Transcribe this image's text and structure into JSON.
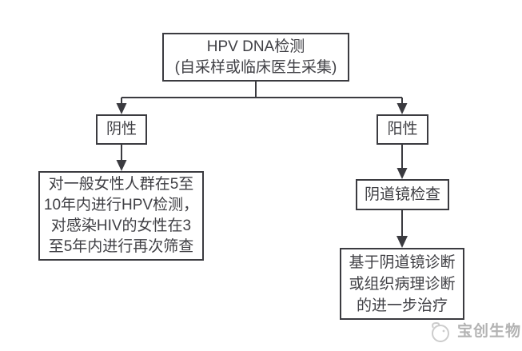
{
  "flowchart": {
    "title_box": {
      "line1": "HPV DNA检测",
      "line2": "(自采样或临床医生采集)"
    },
    "negative_label": "阴性",
    "positive_label": "阳性",
    "negative_outcome": {
      "lines": [
        "对一般女性人群在5至",
        "10年内进行HPV检测，",
        "对感染HIV的女性在3",
        "至5年内进行再次筛查"
      ]
    },
    "colposcopy_label": "阴道镜检查",
    "positive_outcome": {
      "lines": [
        "基于阴道镜诊断",
        "或组织病理诊断",
        "的进一步治疗"
      ]
    }
  },
  "watermark": {
    "brand": "宝创生物",
    "logo_icon": "brand-logo-icon"
  },
  "colors": {
    "background": "#ffffff",
    "line": "#3b3b40",
    "border": "#3b3b40",
    "text": "#404045",
    "watermark": "#b3b3b3"
  }
}
